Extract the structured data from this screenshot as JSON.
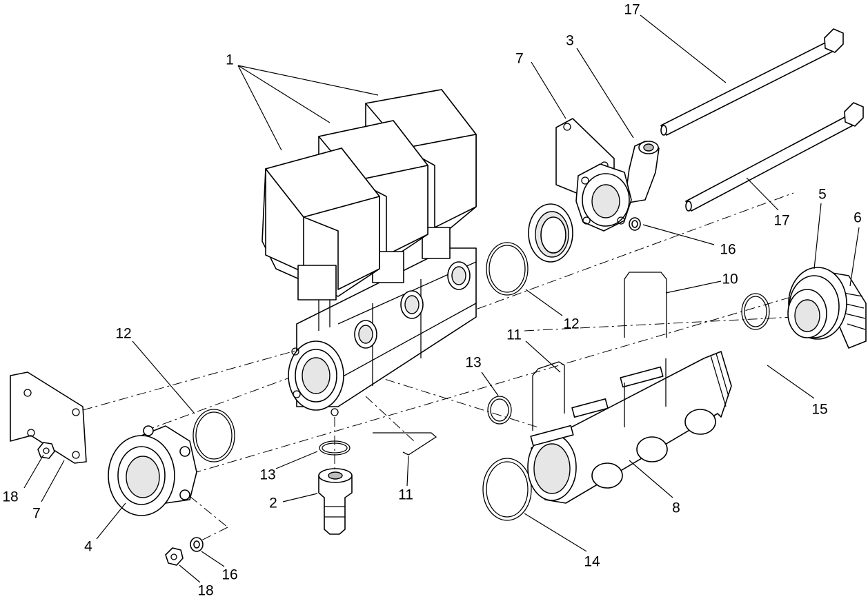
{
  "callouts": {
    "c1": "1",
    "c2": "2",
    "c3": "3",
    "c4": "4",
    "c5": "5",
    "c6": "6",
    "c7a": "7",
    "c7b": "7",
    "c8": "8",
    "c10": "10",
    "c11a": "11",
    "c11b": "11",
    "c12a": "12",
    "c12b": "12",
    "c13a": "13",
    "c13b": "13",
    "c14": "14",
    "c15": "15",
    "c16a": "16",
    "c16b": "16",
    "c17a": "17",
    "c17b": "17",
    "c18a": "18",
    "c18b": "18"
  }
}
